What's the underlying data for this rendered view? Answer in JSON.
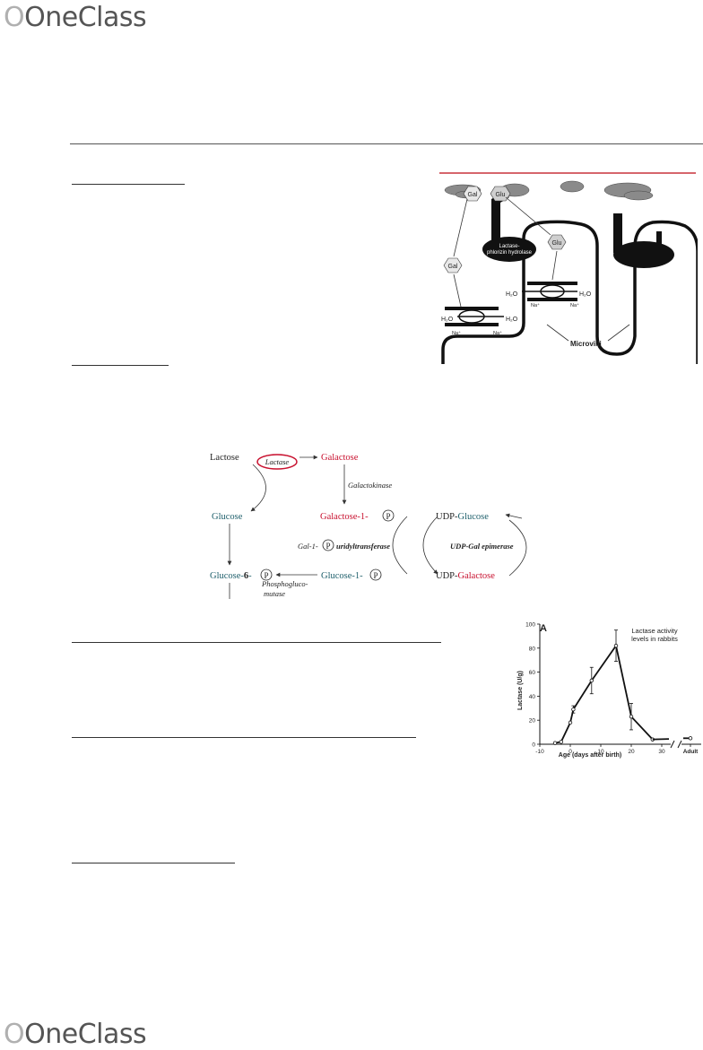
{
  "brand": {
    "logo_text": "OneClass"
  },
  "micro_figure": {
    "labels": {
      "gal": "Gal",
      "glu": "Glu",
      "enzyme_line1": "Lactase-",
      "enzyme_line2": "phlorizin hydrolase",
      "h2o": "H₂O",
      "na": "Na⁺",
      "microvilli": "Microvilli"
    }
  },
  "pathway": {
    "lactose": "Lactose",
    "lactase": "Lactase",
    "galactose": "Galactose",
    "galactokinase": "Galactokinase",
    "glucose": "Glucose",
    "gal1p_prefix": "Galactose-1-",
    "udp_glucose_a": "UDP-",
    "udp_glucose_b": "Glucose",
    "gal1p_enzyme_prefix": "Gal-1-",
    "gal1p_enzyme_suffix": "uridyltransferase",
    "udp_gal_epimerase": "UDP-Gal epimerase",
    "glucose6p_a": "Glucose-",
    "glucose6p_b": "6",
    "glucose6p_c": "-",
    "phosphoglucomutase_1": "Phosphogluco-",
    "phosphoglucomutase_2": "mutase",
    "glucose1p": "Glucose-1-",
    "udp_galactose_a": "UDP-",
    "udp_galactose_b": "Galactose",
    "p": "P"
  },
  "chart_data": {
    "type": "line",
    "panel_label": "A",
    "annotation": "Lactase activity\nlevels in rabbits",
    "xlabel": "Age (days after birth)",
    "ylabel": "Lactase (U/g)",
    "x_ticks": [
      "-10",
      "0",
      "10",
      "20",
      "30",
      "Adult"
    ],
    "y_ticks": [
      "0",
      "20",
      "40",
      "60",
      "80",
      "100"
    ],
    "ylim": [
      0,
      100
    ],
    "xlim": [
      -10,
      30
    ],
    "series": [
      {
        "points": [
          {
            "x": -5,
            "y": 1,
            "err": 0
          },
          {
            "x": -3,
            "y": 2,
            "err": 0
          },
          {
            "x": 0,
            "y": 18,
            "err": 0
          },
          {
            "x": 1,
            "y": 29,
            "err": 3
          },
          {
            "x": 7,
            "y": 53,
            "err": 11
          },
          {
            "x": 15,
            "y": 82,
            "err": 13
          },
          {
            "x": 20,
            "y": 23,
            "err": 11
          },
          {
            "x": 27,
            "y": 4,
            "err": 0
          }
        ],
        "adult_value": 5
      }
    ]
  }
}
